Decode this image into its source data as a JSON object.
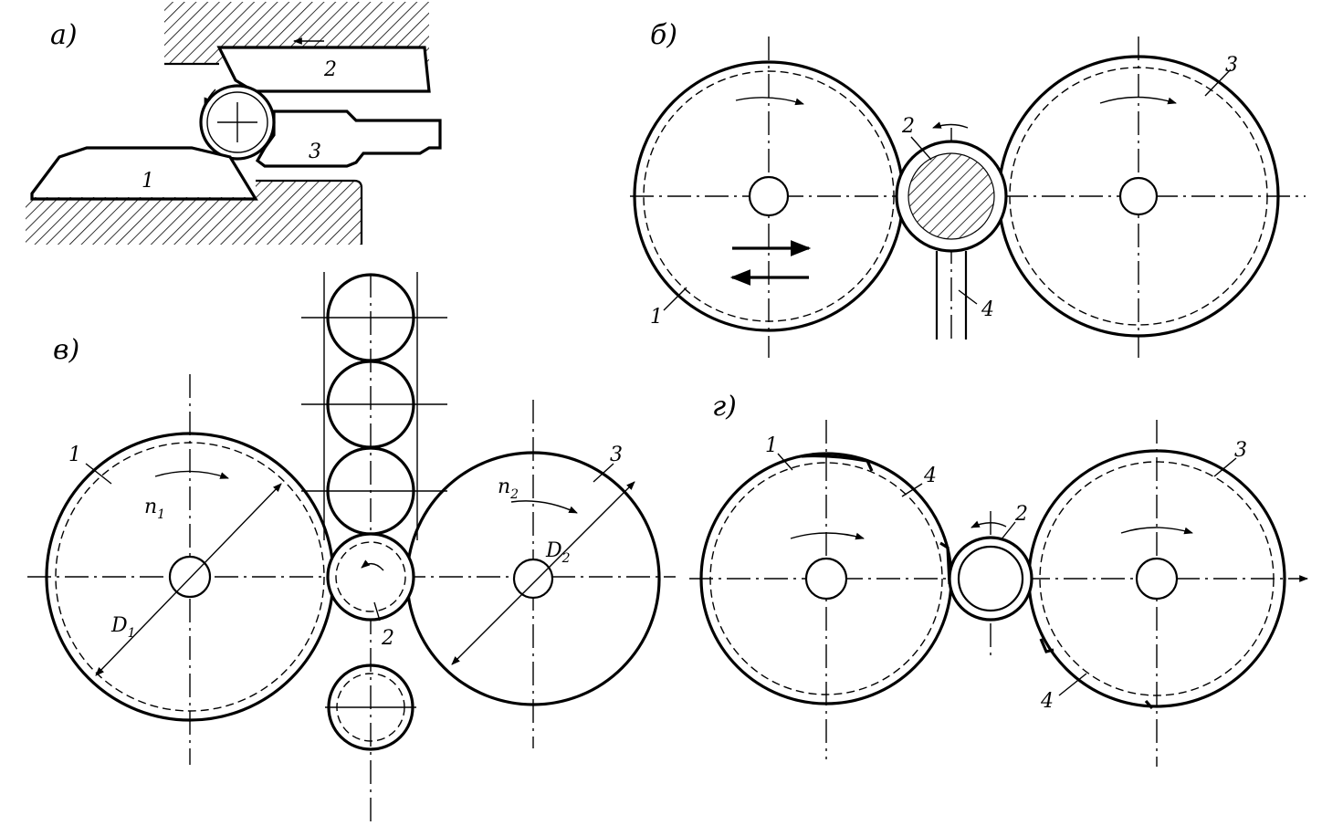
{
  "panels": {
    "a": {
      "title": "а)",
      "labels": {
        "part1": "1",
        "part2": "2",
        "part3": "3"
      }
    },
    "b": {
      "title": "б)",
      "labels": {
        "part1": "1",
        "part2": "2",
        "part3": "3",
        "part4": "4"
      }
    },
    "v": {
      "title": "в)",
      "labels": {
        "part1": "1",
        "part2": "2",
        "part3": "3",
        "n1": "n",
        "n1_sub": "1",
        "n2": "n",
        "n2_sub": "2",
        "d1": "D",
        "d1_sub": "1",
        "d2": "D",
        "d2_sub": "2"
      }
    },
    "g": {
      "title": "г)",
      "labels": {
        "part1": "1",
        "part2": "2",
        "part3": "3",
        "part4_top": "4",
        "part4_bottom": "4"
      }
    }
  }
}
